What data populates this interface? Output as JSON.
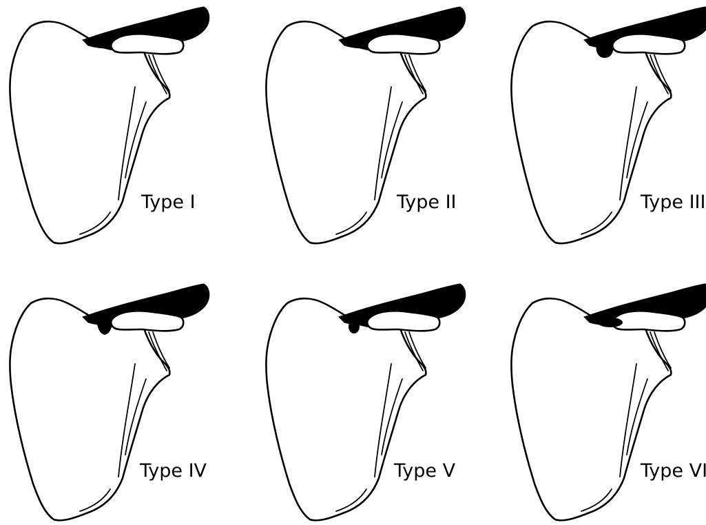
{
  "panels": [
    {
      "label": "Type I",
      "notch": "none"
    },
    {
      "label": "Type II",
      "notch": "wide-shallow"
    },
    {
      "label": "Type III",
      "notch": "u-shaped"
    },
    {
      "label": "Type IV",
      "notch": "v-shaped"
    },
    {
      "label": "Type V",
      "notch": "small-foramen"
    },
    {
      "label": "Type VI",
      "notch": "large-foramen"
    }
  ],
  "colors": {
    "bone_fill": "#ffffff",
    "ligament_fill": "#000000",
    "outline": "#000000"
  }
}
